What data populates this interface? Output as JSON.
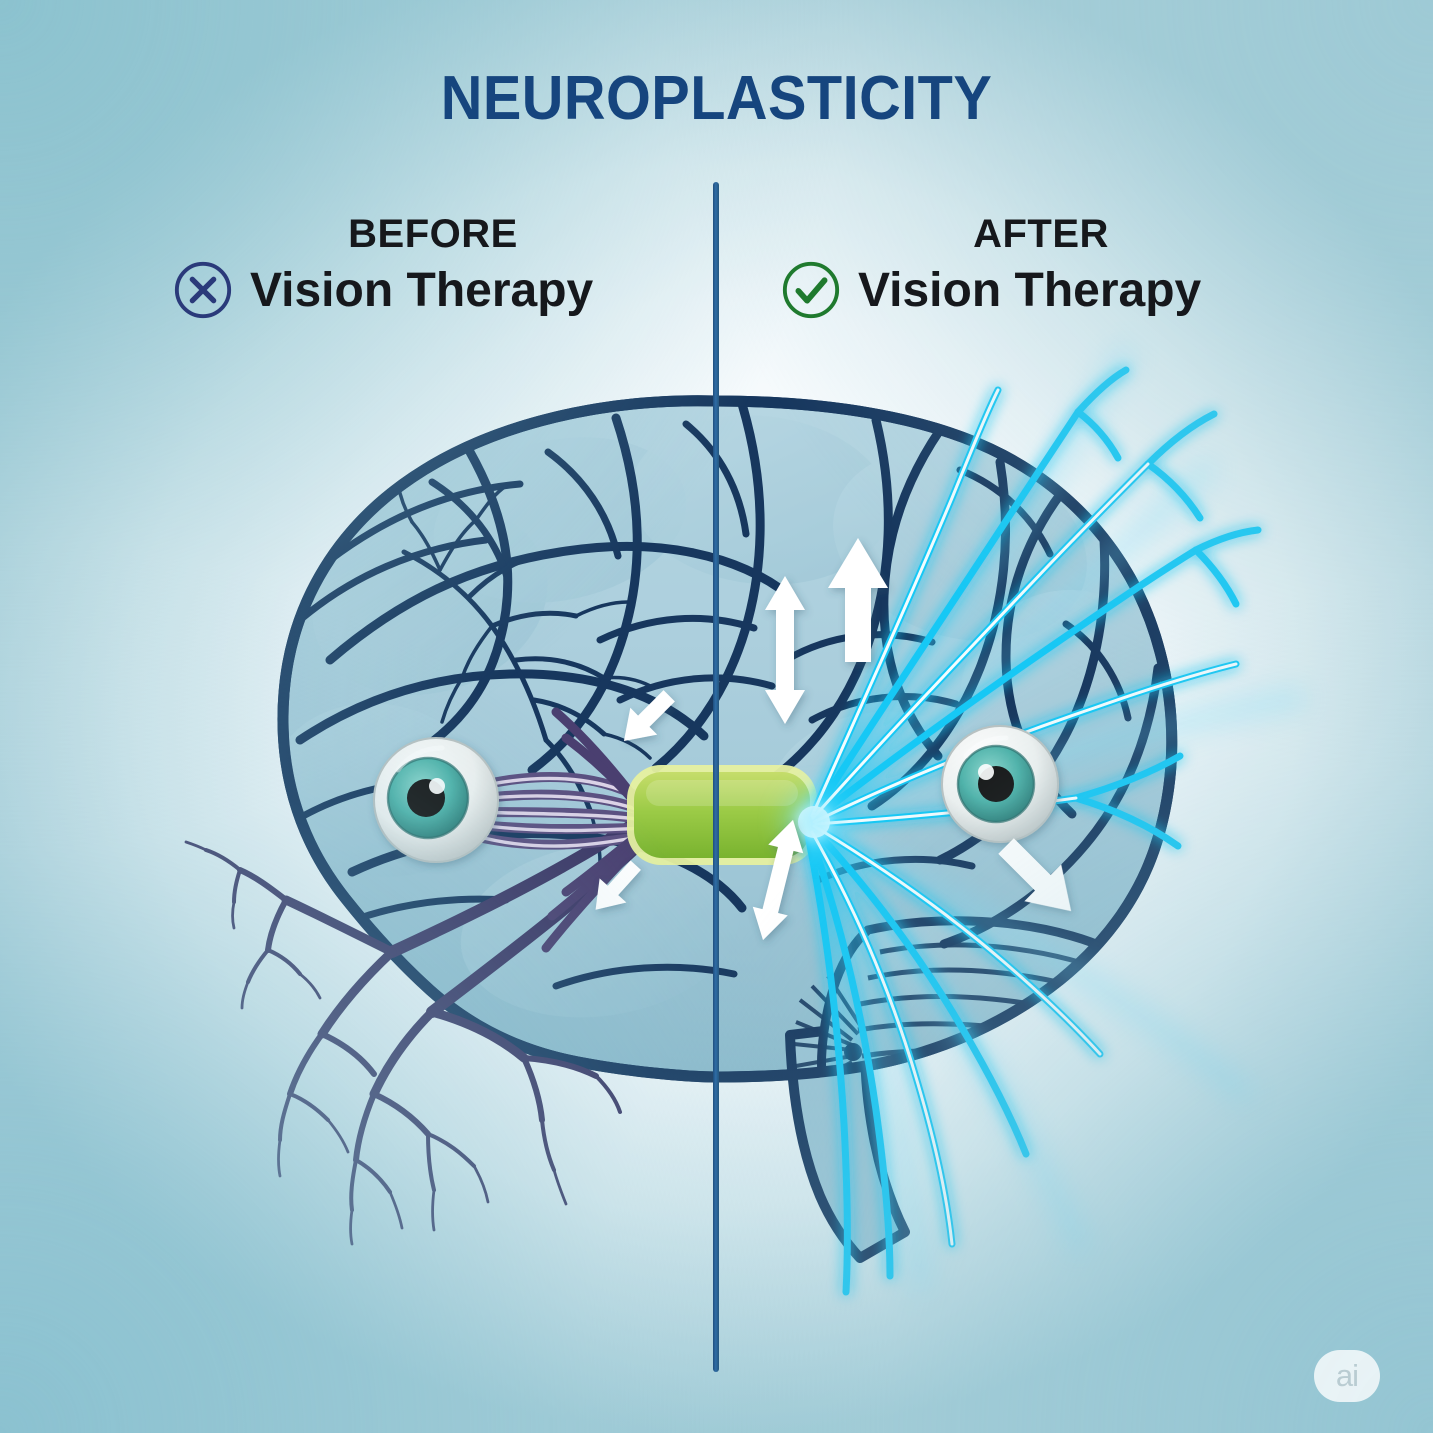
{
  "title": "NEUROPLASTICITY",
  "panels": {
    "before": {
      "heading": "BEFORE",
      "subheading": "Vision Therapy",
      "badge_icon": "x-circle-icon",
      "badge_color": "#2a3a7a"
    },
    "after": {
      "heading": "AFTER",
      "subheading": "Vision Therapy",
      "badge_icon": "check-circle-icon",
      "badge_color": "#1f7a2e"
    }
  },
  "illustration": {
    "name": "brain-cross-section-diagram",
    "brain_fill": "#a9cddb",
    "brain_fill_dark": "#8fbccd",
    "brain_outline": "#17375e",
    "visual_cortex_color": "#8cc63f",
    "visual_cortex_glow": "#e3ef9a",
    "inactive_pathway_color": "#4a3f70",
    "active_pathway_color": "#17c8f2",
    "active_pathway_core": "#ffffff",
    "arrow_color": "#ffffff",
    "eye_iris_color": "#4fb6ad",
    "eye_sclera_color": "#f2f4f3",
    "eye_pupil_color": "#151515",
    "parts": {
      "left_eye": "eye-before",
      "right_eye": "eye-after",
      "visual_cortex": "visual-cortex-block",
      "cerebellum": "cerebellum",
      "brainstem": "brainstem",
      "inactive_dendrites": "inactive-nerve-branches",
      "active_fibers": "active-nerve-fibers"
    }
  },
  "watermark": {
    "text": "ai"
  },
  "background": {
    "center_color": "#ffffff",
    "edge_color": "#a8cfd9"
  }
}
